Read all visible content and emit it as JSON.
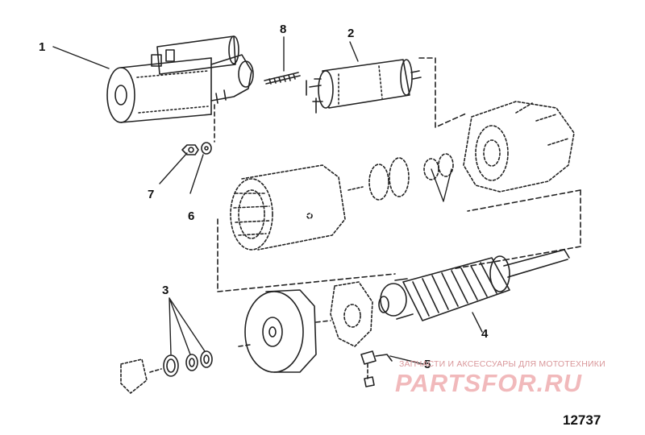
{
  "callouts": {
    "c1": "1",
    "c2": "2",
    "c3": "3",
    "c4": "4",
    "c5": "5",
    "c6": "6",
    "c7": "7",
    "c8": "8"
  },
  "figure_number": "12737",
  "watermark": {
    "caption": "ЗАПЧАСТИ И АКСЕССУАРЫ ДЛЯ МОТОТЕХНИКИ",
    "logo": "PARTSFOR.RU"
  },
  "colors": {
    "line": "#222222",
    "watermark": "#f1b9bb"
  }
}
